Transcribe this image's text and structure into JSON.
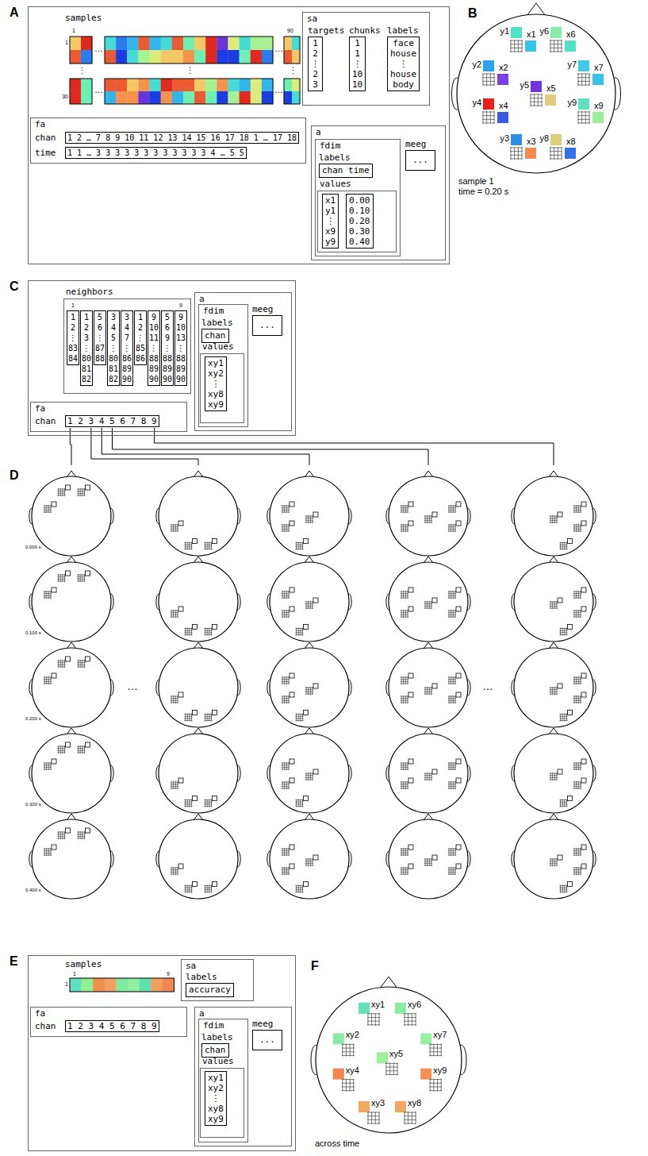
{
  "diagram": {
    "nodes": [
      {
        "text": [
          "A"
        ]
      },
      {
        "text": [
          "sa"
        ],
        "in": 0
      },
      {
        "text": [
          "targets",
          "1 2 ⋮ 2 3"
        ],
        "in": 1
      },
      {
        "text": [
          "chunks",
          "1 1 ⋮ 10 10"
        ],
        "in": 1
      },
      {
        "text": [
          "labels",
          "face house ⋮ house body"
        ],
        "in": 1
      },
      {
        "text": [
          "fa"
        ],
        "in": 0
      },
      {
        "text": [
          "chan",
          "1 2 … 7 8 9 10 11 12 13 14 15 16 17 18 1 … 17 18"
        ],
        "in": 5
      },
      {
        "text": [
          "time",
          "1 1 … 3 3 3 3 3 3 3 3 3 3 3 3 4 … 5 5"
        ],
        "in": 5
      },
      {
        "text": [
          "a"
        ],
        "in": 0
      },
      {
        "text": [
          "fdim"
        ],
        "in": 8
      },
      {
        "text": [
          "labels",
          "chan time"
        ],
        "in": 9
      },
      {
        "text": [
          "values"
        ],
        "in": 9
      },
      {
        "text": [
          "x1 y1 ⋮ x9 y9"
        ],
        "in": 11
      },
      {
        "text": [
          "0.00 0.10 0.20 0.30 0.40"
        ],
        "in": 11
      },
      {
        "text": [
          "meeg",
          "..."
        ],
        "in": 8
      },
      {
        "text": [
          "C"
        ]
      },
      {
        "text": [
          "neighbors"
        ],
        "in": 15
      },
      {
        "text": [
          "1 2 ⋮ 83 84"
        ],
        "in": 16
      },
      {
        "text": [
          "1 2 3 ⋮ 80 81 82"
        ],
        "in": 16
      },
      {
        "text": [
          "5 6 ⋮ 87 88"
        ],
        "in": 16
      },
      {
        "text": [
          "3 4 5 ⋮ 80 81 82"
        ],
        "in": 16
      },
      {
        "text": [
          "3 4 7 ⋮ 86 89 90"
        ],
        "in": 16
      },
      {
        "text": [
          "1 2 ⋮ 85 86"
        ],
        "in": 16
      },
      {
        "text": [
          "9 10 11 ⋮ 88 89 90"
        ],
        "in": 16
      },
      {
        "text": [
          "5 6 9 ⋮ 88 89 90"
        ],
        "in": 16
      },
      {
        "text": [
          "9 10 13 ⋮ 88 89 90"
        ],
        "in": 16
      },
      {
        "text": [
          "a"
        ],
        "in": 15
      },
      {
        "text": [
          "fdim"
        ],
        "in": 26
      },
      {
        "text": [
          "labels",
          "chan"
        ],
        "in": 27
      },
      {
        "text": [
          "values"
        ],
        "in": 27
      },
      {
        "text": [
          "xy1 xy2 ⋮ xy8 xy9"
        ],
        "in": 29
      },
      {
        "text": [
          "meeg",
          "..."
        ],
        "in": 26
      },
      {
        "text": [
          "fa"
        ],
        "in": 15
      },
      {
        "text": [
          "chan",
          "1 2 3 4 5 6 7 8 9"
        ],
        "in": 32
      },
      {
        "text": [
          "E"
        ]
      },
      {
        "text": [
          "sa"
        ],
        "in": 34
      },
      {
        "text": [
          "labels",
          "accuracy"
        ],
        "in": 35
      },
      {
        "text": [
          "fa"
        ],
        "in": 34
      },
      {
        "text": [
          "chan",
          "1 2 3 4 5 6 7 8 9"
        ],
        "in": 37
      },
      {
        "text": [
          "a"
        ],
        "in": 34
      },
      {
        "text": [
          "fdim"
        ],
        "in": 39
      },
      {
        "text": [
          "labels",
          "chan"
        ],
        "in": 40
      },
      {
        "text": [
          "values"
        ],
        "in": 40
      },
      {
        "text": [
          "xy1 xy2 ⋮ xy8 xy9"
        ],
        "in": 42
      },
      {
        "text": [
          "meeg",
          "..."
        ],
        "in": 39
      }
    ],
    "labels": [
      "samples",
      "1",
      "90",
      "1",
      "30",
      "…",
      "…",
      "…",
      "…",
      "⋮",
      "⋮",
      "⋮",
      "B",
      "y1",
      "x1",
      "y6",
      "x6",
      "y2",
      "x2",
      "y7",
      "x7",
      "y5",
      "x5",
      "y4",
      "x4",
      "y9",
      "x9",
      "y3",
      "x3",
      "y8",
      "x8",
      "sample 1 time = 0.20 s",
      "1",
      "9",
      "D",
      "0.000 s",
      "0.100 s",
      "0.200 s",
      "0.300 s",
      "0.400 s",
      "…",
      "…",
      "samples",
      "1",
      "9",
      "1",
      "F",
      "xy1",
      "xy6",
      "xy2",
      "xy7",
      "xy5",
      "xy4",
      "xy9",
      "xy3",
      "xy8",
      "across time"
    ]
  }
}
